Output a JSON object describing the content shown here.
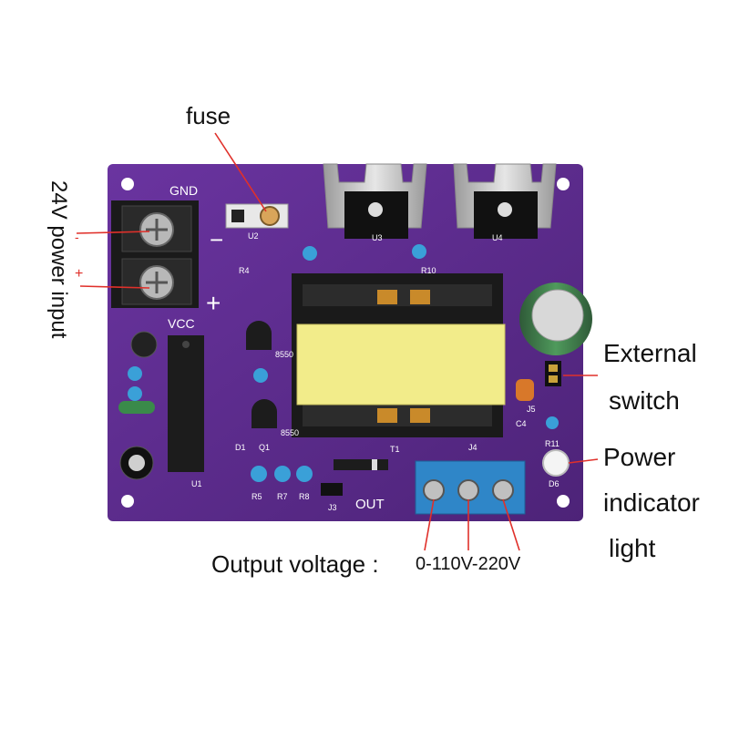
{
  "callouts": {
    "fuse": "fuse",
    "power_input": "24V power input",
    "minus_sign": "-",
    "plus_sign": "+",
    "external_switch_line1": "External",
    "external_switch_line2": "switch",
    "power_indicator_line1": "Power",
    "power_indicator_line2": "indicator",
    "power_indicator_line3": "light",
    "output_voltage": "Output voltage :",
    "output_range": "0-110V-220V"
  },
  "silkscreen": {
    "gnd": "GND",
    "vcc": "VCC",
    "minus": "−",
    "plus": "+",
    "u1": "U1",
    "u2": "U2",
    "u3": "U3",
    "u4": "U4",
    "t1": "T1",
    "j3": "J3",
    "j4": "J4",
    "j5": "J5",
    "c4": "C4",
    "d1": "D1",
    "d6": "D6",
    "q1": "Q1",
    "r4": "R4",
    "r5": "R5",
    "r7": "R7",
    "r8": "R8",
    "r10": "R10",
    "r11": "R11",
    "out": "OUT",
    "q8550a": "8550",
    "q8550b": "8550"
  },
  "colors": {
    "pcb": "#5a2a8c",
    "pcb_dark": "#45206e",
    "transformer": "#f2ec8a",
    "terminal_block": "#2f86c8",
    "annotation_line": "#e0302a",
    "heatsink": "#c9c9c9",
    "capacitor": "#3f7a4a"
  }
}
